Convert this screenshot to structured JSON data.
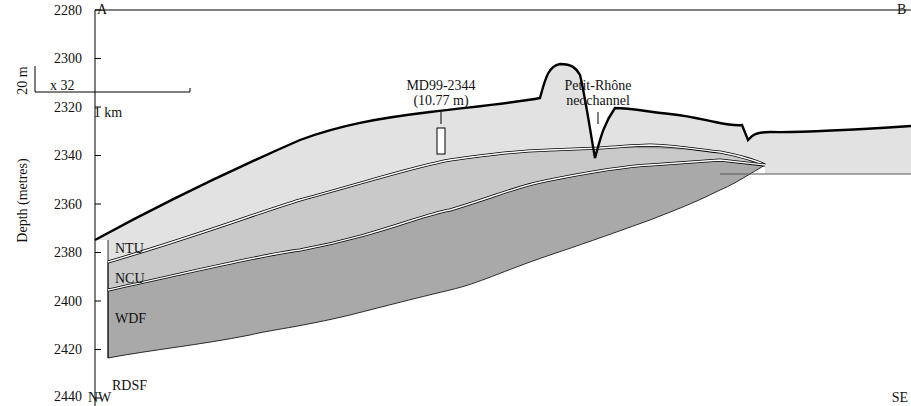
{
  "diagram": {
    "labels": [
      "A",
      "B",
      "2280",
      "2300",
      "2320",
      "2340",
      "2360",
      "2380",
      "2400",
      "2420",
      "2440",
      "Depth (metres)",
      "20 m",
      "x 32",
      "1 km",
      "MD99-2344 (10.77 m)",
      "Petit-Rhône neochannel",
      "NTU",
      "NCU",
      "WDF",
      "RDSF",
      "NW",
      "SE"
    ]
  }
}
